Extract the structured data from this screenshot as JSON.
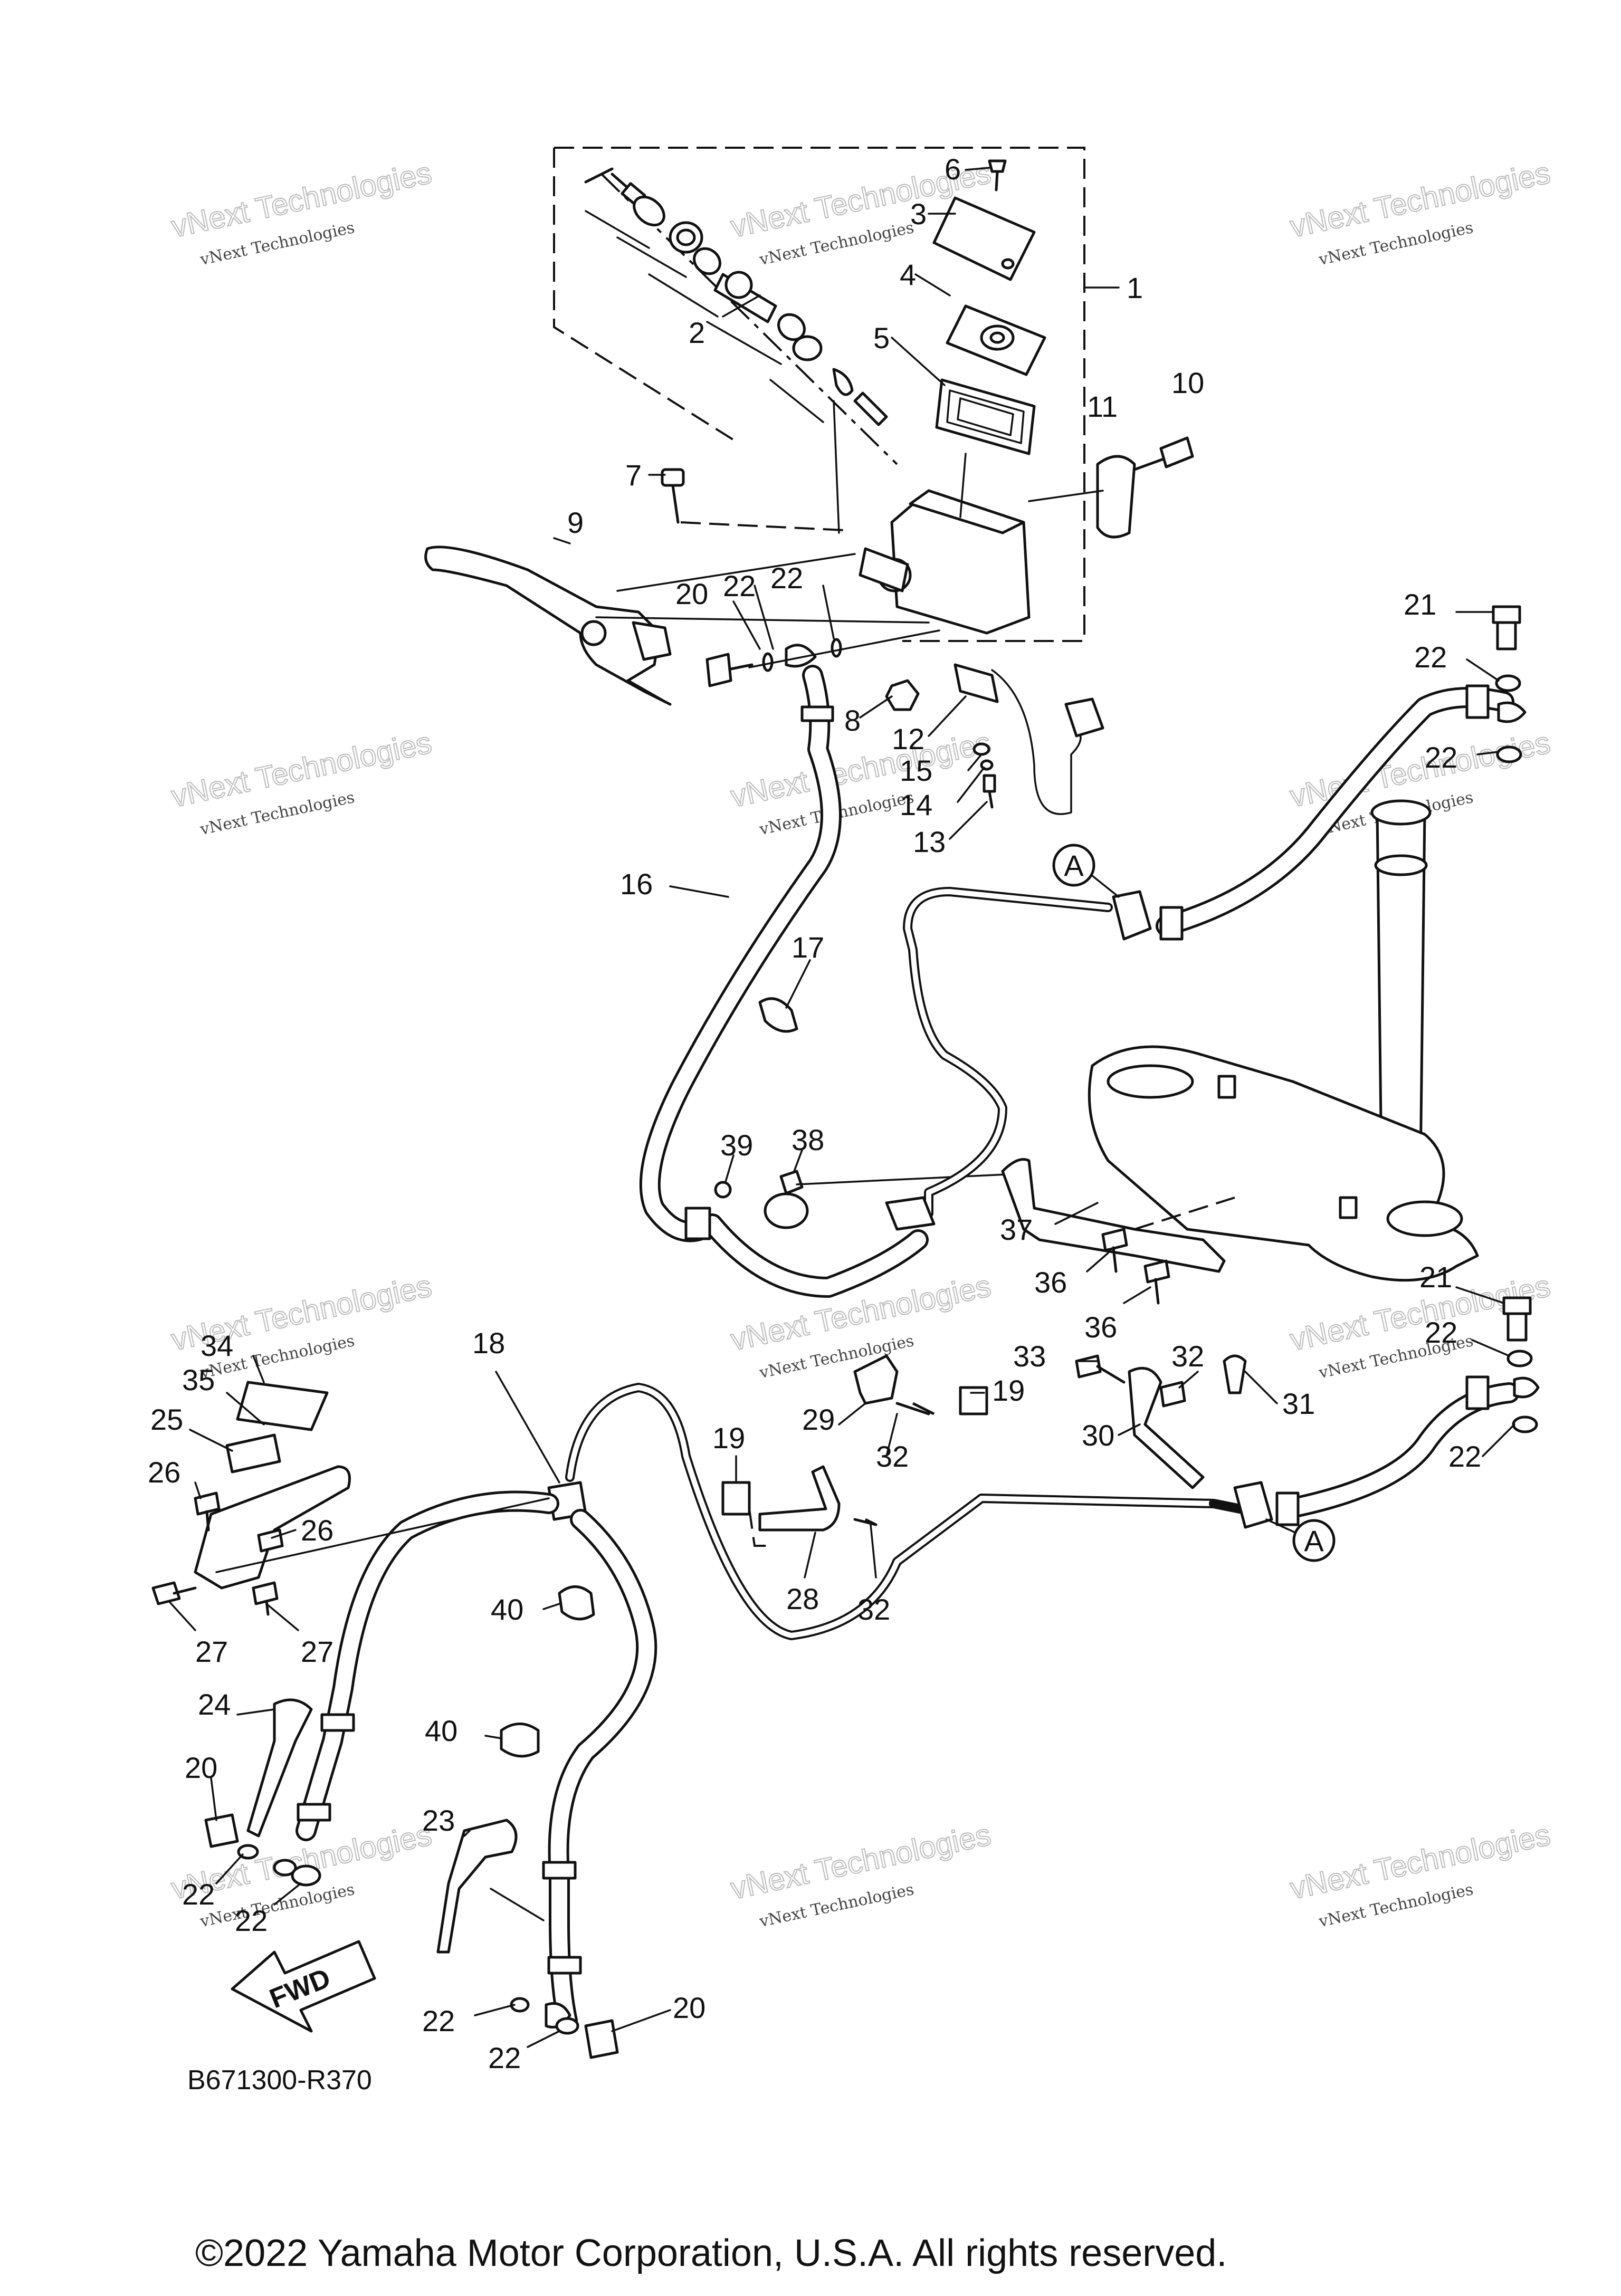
{
  "diagram_code": "B671300-R370",
  "copyright": "©2022 Yamaha Motor Corporation, U.S.A. All rights reserved.",
  "watermark": {
    "line1": "vNext Technologies",
    "line2": "vNext Technologies"
  },
  "fwd_label": "FWD",
  "callout_reference": "A",
  "part_labels": {
    "p1": "1",
    "p2": "2",
    "p3": "3",
    "p4": "4",
    "p5": "5",
    "p6": "6",
    "p7": "7",
    "p8": "8",
    "p9": "9",
    "p10": "10",
    "p11": "11",
    "p12": "12",
    "p13": "13",
    "p14": "14",
    "p15": "15",
    "p16": "16",
    "p17": "17",
    "p18": "18",
    "p19": "19",
    "p20": "20",
    "p21": "21",
    "p22": "22",
    "p23": "23",
    "p24": "24",
    "p25": "25",
    "p26": "26",
    "p27": "27",
    "p28": "28",
    "p29": "29",
    "p30": "30",
    "p31": "31",
    "p32": "32",
    "p33": "33",
    "p34": "34",
    "p35": "35",
    "p36": "36",
    "p37": "37",
    "p38": "38",
    "p39": "39",
    "p40": "40"
  }
}
